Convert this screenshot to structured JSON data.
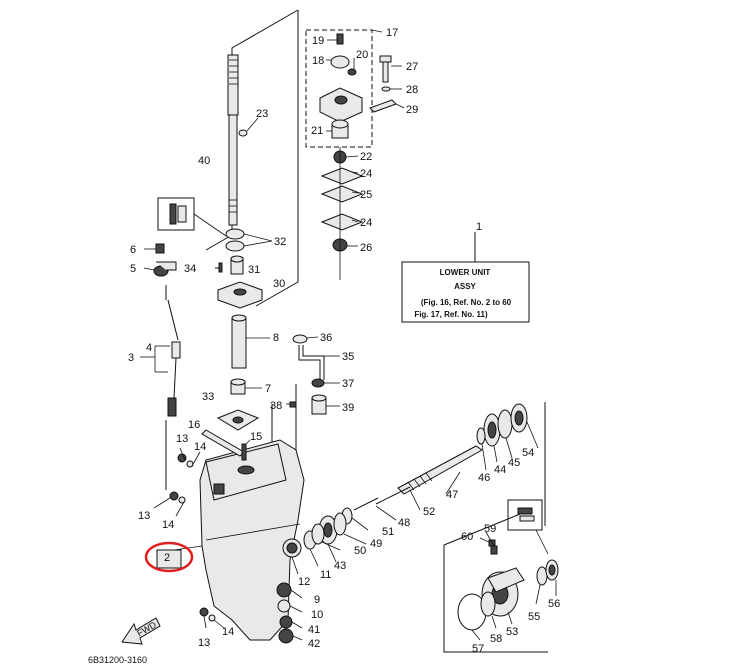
{
  "callouts": {
    "c1": "1",
    "c2": "2",
    "c3": "3",
    "c4": "4",
    "c5": "5",
    "c6": "6",
    "c7": "7",
    "c8": "8",
    "c9": "9",
    "c10": "10",
    "c11": "11",
    "c12": "12",
    "c13a": "13",
    "c13b": "13",
    "c13c": "13",
    "c14a": "14",
    "c14b": "14",
    "c14c": "14",
    "c15": "15",
    "c16": "16",
    "c17": "17",
    "c18": "18",
    "c19": "19",
    "c20": "20",
    "c21": "21",
    "c22": "22",
    "c23": "23",
    "c24a": "24",
    "c24b": "24",
    "c25": "25",
    "c26": "26",
    "c27": "27",
    "c28": "28",
    "c29": "29",
    "c30": "30",
    "c31": "31",
    "c32": "32",
    "c33": "33",
    "c34": "34",
    "c35": "35",
    "c36": "36",
    "c37": "37",
    "c38": "38",
    "c39": "39",
    "c40": "40",
    "c41": "41",
    "c42": "42",
    "c43": "43",
    "c44": "44",
    "c45": "45",
    "c46": "46",
    "c47": "47",
    "c48": "48",
    "c49": "49",
    "c50": "50",
    "c51": "51",
    "c52": "52",
    "c53": "53",
    "c54": "54",
    "c55": "55",
    "c56": "56",
    "c57": "57",
    "c58": "58",
    "c59": "59",
    "c60": "60"
  },
  "assy_box": {
    "line1": "LOWER UNIT",
    "line2": "ASSY",
    "line3": "(Fig. 16, Ref. No. 2 to 60",
    "line4": "Fig. 17, Ref. No. 11)"
  },
  "fwd_label": "FWD",
  "diagram_code": "6B31200-3160",
  "highlight_color": "#e02020"
}
